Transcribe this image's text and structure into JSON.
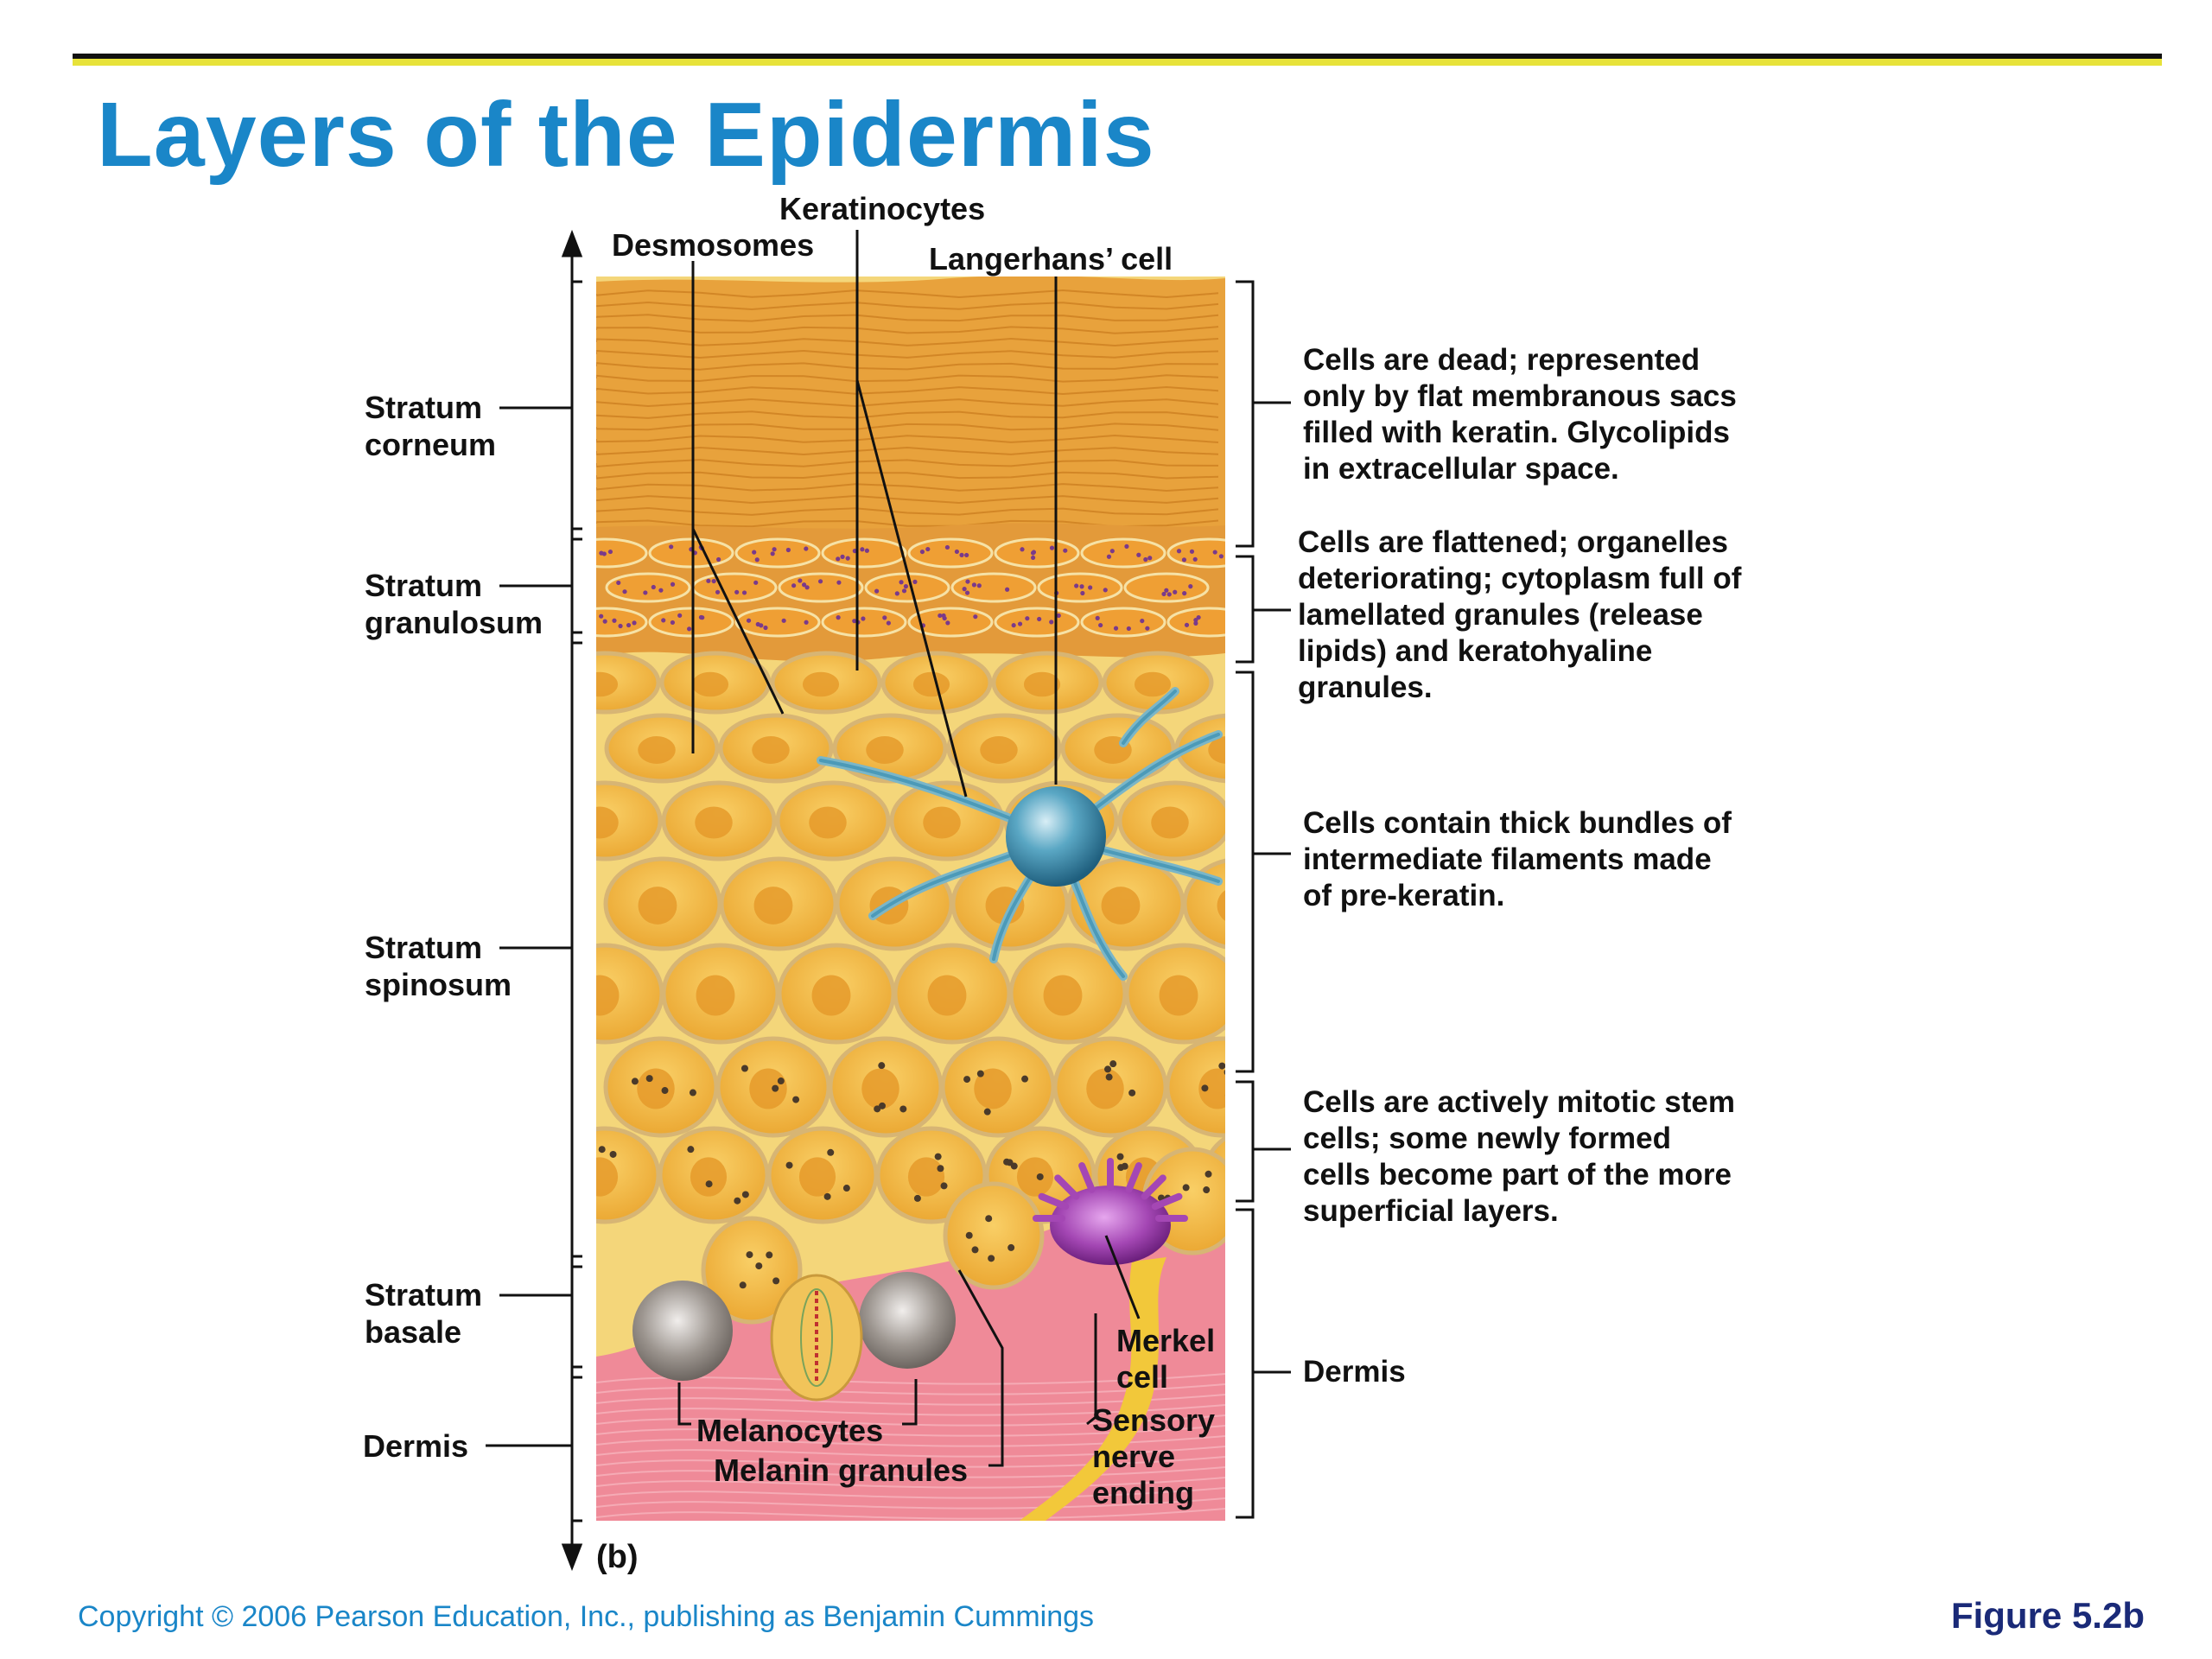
{
  "slide": {
    "title": "Layers of the Epidermis",
    "title_color": "#1a86c8",
    "accent_bar_color": "#e7e23a",
    "copyright": "Copyright © 2006 Pearson Education, Inc., publishing as Benjamin Cummings",
    "copyright_color": "#1a86c8",
    "figure_label": "Figure 5.2b"
  },
  "diagram": {
    "panel_label": "(b)",
    "top_labels": {
      "desmosomes": "Desmosomes",
      "keratinocytes": "Keratinocytes",
      "langerhans": "Langerhans’ cell"
    },
    "left_layers": [
      {
        "line1": "Stratum",
        "line2": "corneum"
      },
      {
        "line1": "Stratum",
        "line2": "granulosum"
      },
      {
        "line1": "Stratum",
        "line2": "spinosum"
      },
      {
        "line1": "Stratum",
        "line2": "basale"
      },
      {
        "line1": "Dermis",
        "line2": ""
      }
    ],
    "bottom_labels": {
      "melanocytes": "Melanocytes",
      "melanin_granules": "Melanin granules",
      "merkel": [
        "Merkel",
        "cell"
      ],
      "sensory": [
        "Sensory",
        "nerve",
        "ending"
      ]
    },
    "descriptions": [
      [
        "Cells are dead; represented",
        "only by flat membranous sacs",
        "filled with keratin. Glycolipids",
        "in extracellular space."
      ],
      [
        "Cells are flattened; organelles",
        "deteriorating; cytoplasm full of",
        "lamellated granules (release",
        "lipids) and keratohyaline",
        "granules."
      ],
      [
        "Cells contain thick bundles of",
        "intermediate filaments made",
        "of pre-keratin."
      ],
      [
        "Cells are actively mitotic stem",
        "cells; some newly formed",
        "cells become part of the more",
        "superficial layers."
      ],
      [
        "Dermis"
      ]
    ],
    "colors": {
      "corneum": "#e8a23c",
      "corneum_line": "#c97b1c",
      "granulosum": "#e39a3a",
      "granule_dot": "#7a3a8a",
      "spinosum_bg": "#f4d67a",
      "cell_fill": "#f2b542",
      "cell_edge": "#d7b574",
      "nucleus": "#e59a2a",
      "langerhans": "#4c9ab8",
      "langerhans_branch": "#7ab6c8",
      "dermis": "#ef8a98",
      "merkel": "#a447b4",
      "nerve": "#f2c83a",
      "melanocyte": "#a8a29e"
    }
  }
}
